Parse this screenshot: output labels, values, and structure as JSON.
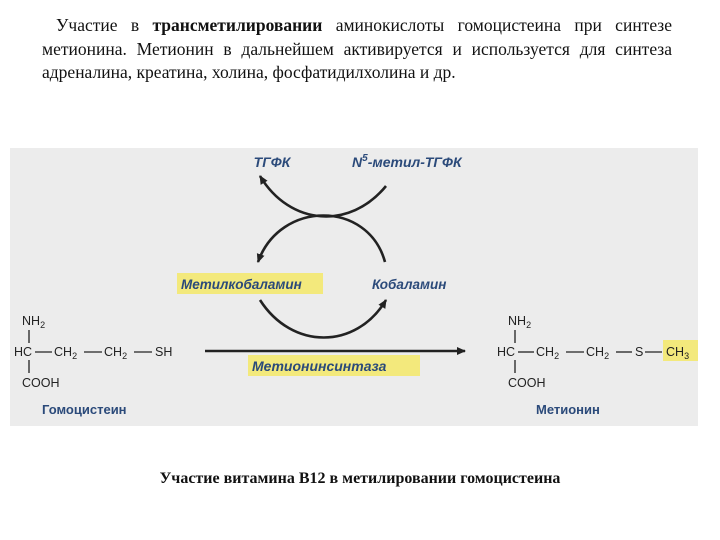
{
  "paragraph": {
    "part1": "Участие в ",
    "bold": "трансметилировании",
    "part2": " аминокислоты гомоцистеина при синтезе метионина. Метионин в дальнейшем активируется и используется для синтеза адреналина, креатина, холина, фосфатидилхолина и др."
  },
  "diagram": {
    "tgfk": "ТГФК",
    "n5_sup": "5",
    "n5_rest": "-метил-ТГФК",
    "methylcobalamin": "Метилкобаламин",
    "cobalamin": "Кобаламин",
    "enzyme": "Метионинсинтаза",
    "homocysteine": {
      "nh2_n": "NH",
      "nh2_sub": "2",
      "hc": "HC",
      "ch2a": "CH",
      "ch2b": "CH",
      "sub": "2",
      "sh": "SH",
      "cooh": "COOH",
      "name": "Гомоцистеин"
    },
    "methionine": {
      "nh2_n": "NH",
      "nh2_sub": "2",
      "hc": "HC",
      "ch2a": "CH",
      "ch2b": "CH",
      "sub": "2",
      "s": "S",
      "ch3": "CH",
      "ch3_sub": "3",
      "cooh": "COOH",
      "name": "Метионин"
    },
    "colors": {
      "highlight": "#f3e97c",
      "panel": "#ececec",
      "ink": "#222222",
      "label_blue": "#2b4a7a"
    }
  },
  "caption": "Участие витамина В12 в метилировании гомоцистеина"
}
